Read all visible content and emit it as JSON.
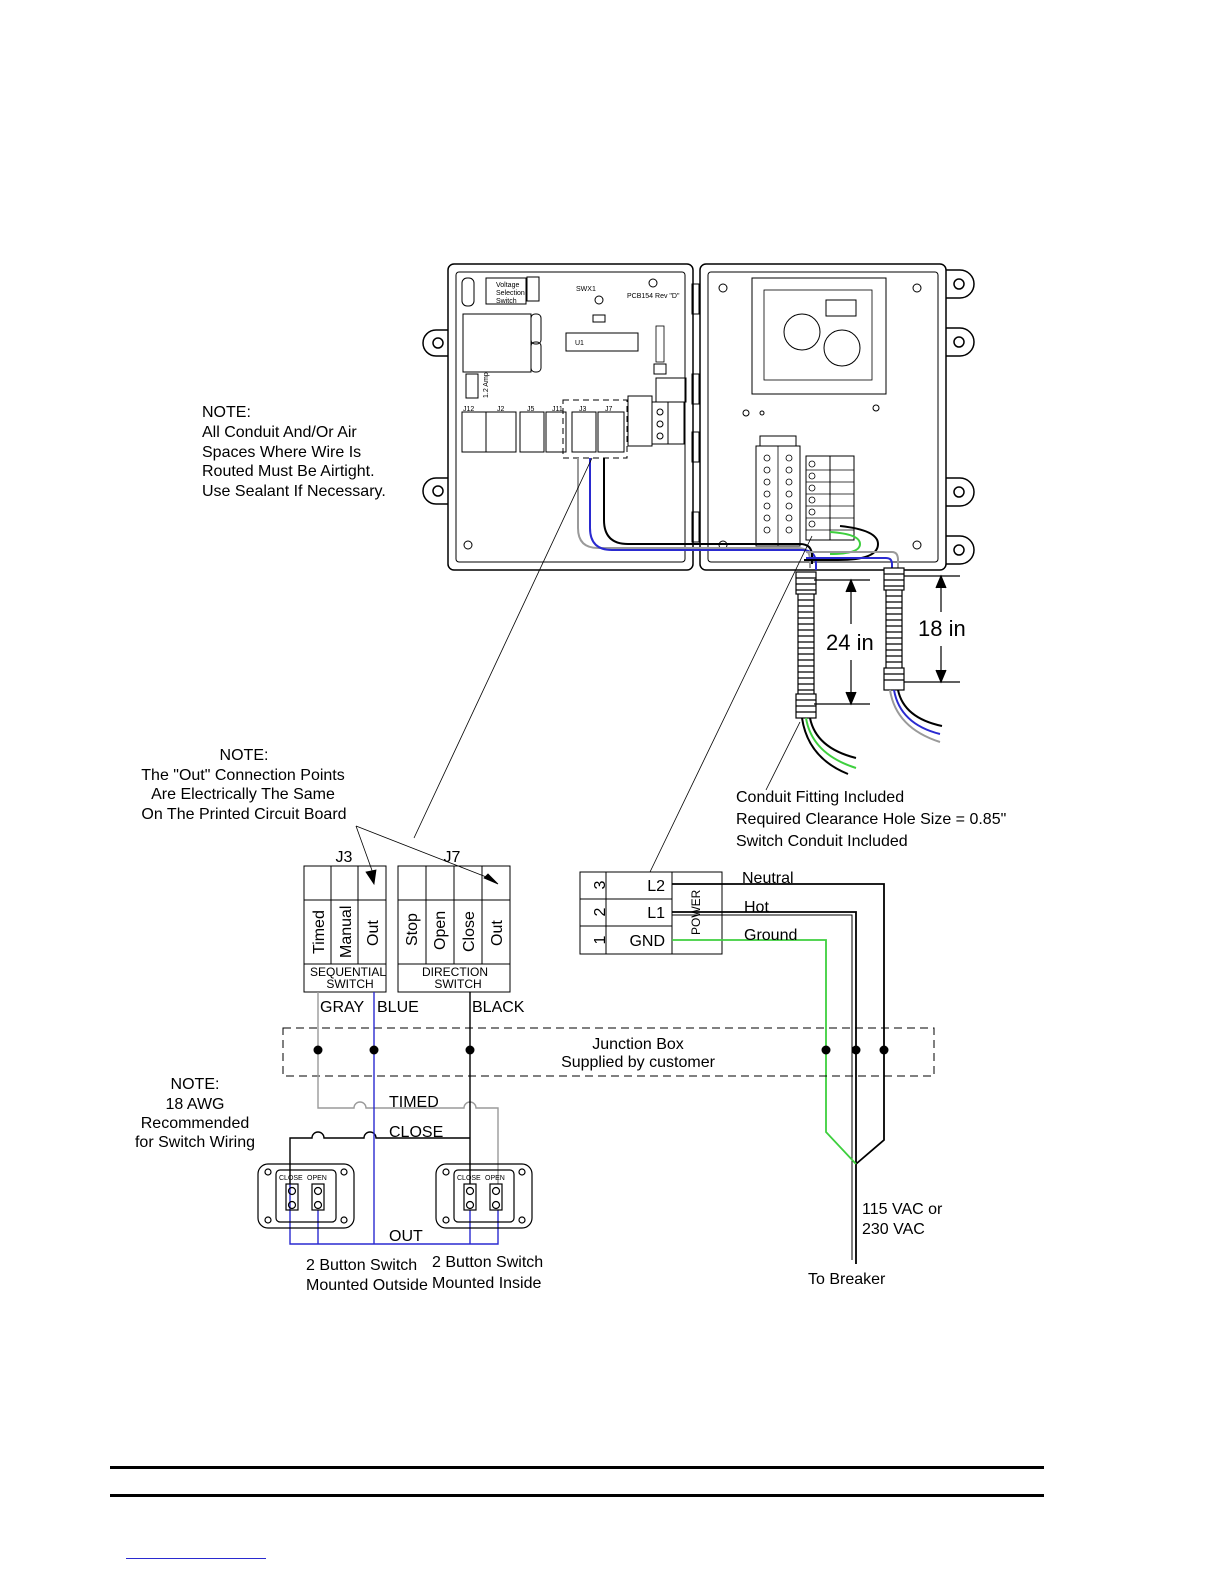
{
  "notes": {
    "airtight": {
      "heading": "NOTE:",
      "lines": [
        "All Conduit And/Or Air",
        "Spaces Where Wire Is",
        "Routed Must Be Airtight.",
        "Use Sealant If Necessary."
      ]
    },
    "out_points": {
      "heading": "NOTE:",
      "lines": [
        "The \"Out\" Connection Points",
        "Are Electrically The Same",
        "On The Printed Circuit Board"
      ]
    },
    "awg": {
      "heading": "NOTE:",
      "lines": [
        "18 AWG",
        "Recommended",
        "for Switch Wiring"
      ]
    }
  },
  "pcb": {
    "header_labels": [
      "J12",
      "J2",
      "J5",
      "J11",
      "J3",
      "J7"
    ],
    "swx": "SWX1",
    "board_rev": "PCB154 Rev \"D\"",
    "u1": "U1",
    "fuse": "1.2 Amp",
    "voltage_select": [
      "Voltage",
      "Selection",
      "Switch"
    ]
  },
  "dimensions": {
    "left": "24 in",
    "right": "18 in"
  },
  "conduit_note": [
    "Conduit Fitting Included",
    "Required Clearance Hole Size = 0.85\"",
    "Switch Conduit Included"
  ],
  "j3": {
    "title": "J3",
    "pins": [
      "Timed",
      "Manual",
      "Out"
    ],
    "caption": [
      "SEQUENTIAL",
      "SWITCH"
    ]
  },
  "j7": {
    "title": "J7",
    "pins": [
      "Stop",
      "Open",
      "Close",
      "Out"
    ],
    "caption": [
      "DIRECTION",
      "SWITCH"
    ]
  },
  "power_block": {
    "rows": [
      {
        "num": "3",
        "label": "L2"
      },
      {
        "num": "2",
        "label": "L1"
      },
      {
        "num": "1",
        "label": "GND"
      }
    ],
    "side_label": "POWER"
  },
  "power_wires": [
    "Neutral",
    "Hot",
    "Ground"
  ],
  "wire_colors_text": [
    "GRAY",
    "BLUE",
    "BLACK"
  ],
  "junction_box": [
    "Junction Box",
    "Supplied by customer"
  ],
  "switch_wires": {
    "timed": "TIMED",
    "close": "CLOSE",
    "out": "OUT"
  },
  "button_labels": [
    "CLOSE",
    "OPEN"
  ],
  "switch_captions": {
    "outside": [
      "2 Button Switch",
      "Mounted Outside"
    ],
    "inside": [
      "2 Button Switch",
      "Mounted Inside"
    ]
  },
  "voltage": [
    "115 VAC or",
    "230 VAC"
  ],
  "to_breaker": "To Breaker",
  "colors": {
    "blue_wire": "#2a2ad0",
    "green_wire": "#3ecf3e",
    "gray_wire": "#9a9a9a",
    "black_wire": "#000000"
  }
}
